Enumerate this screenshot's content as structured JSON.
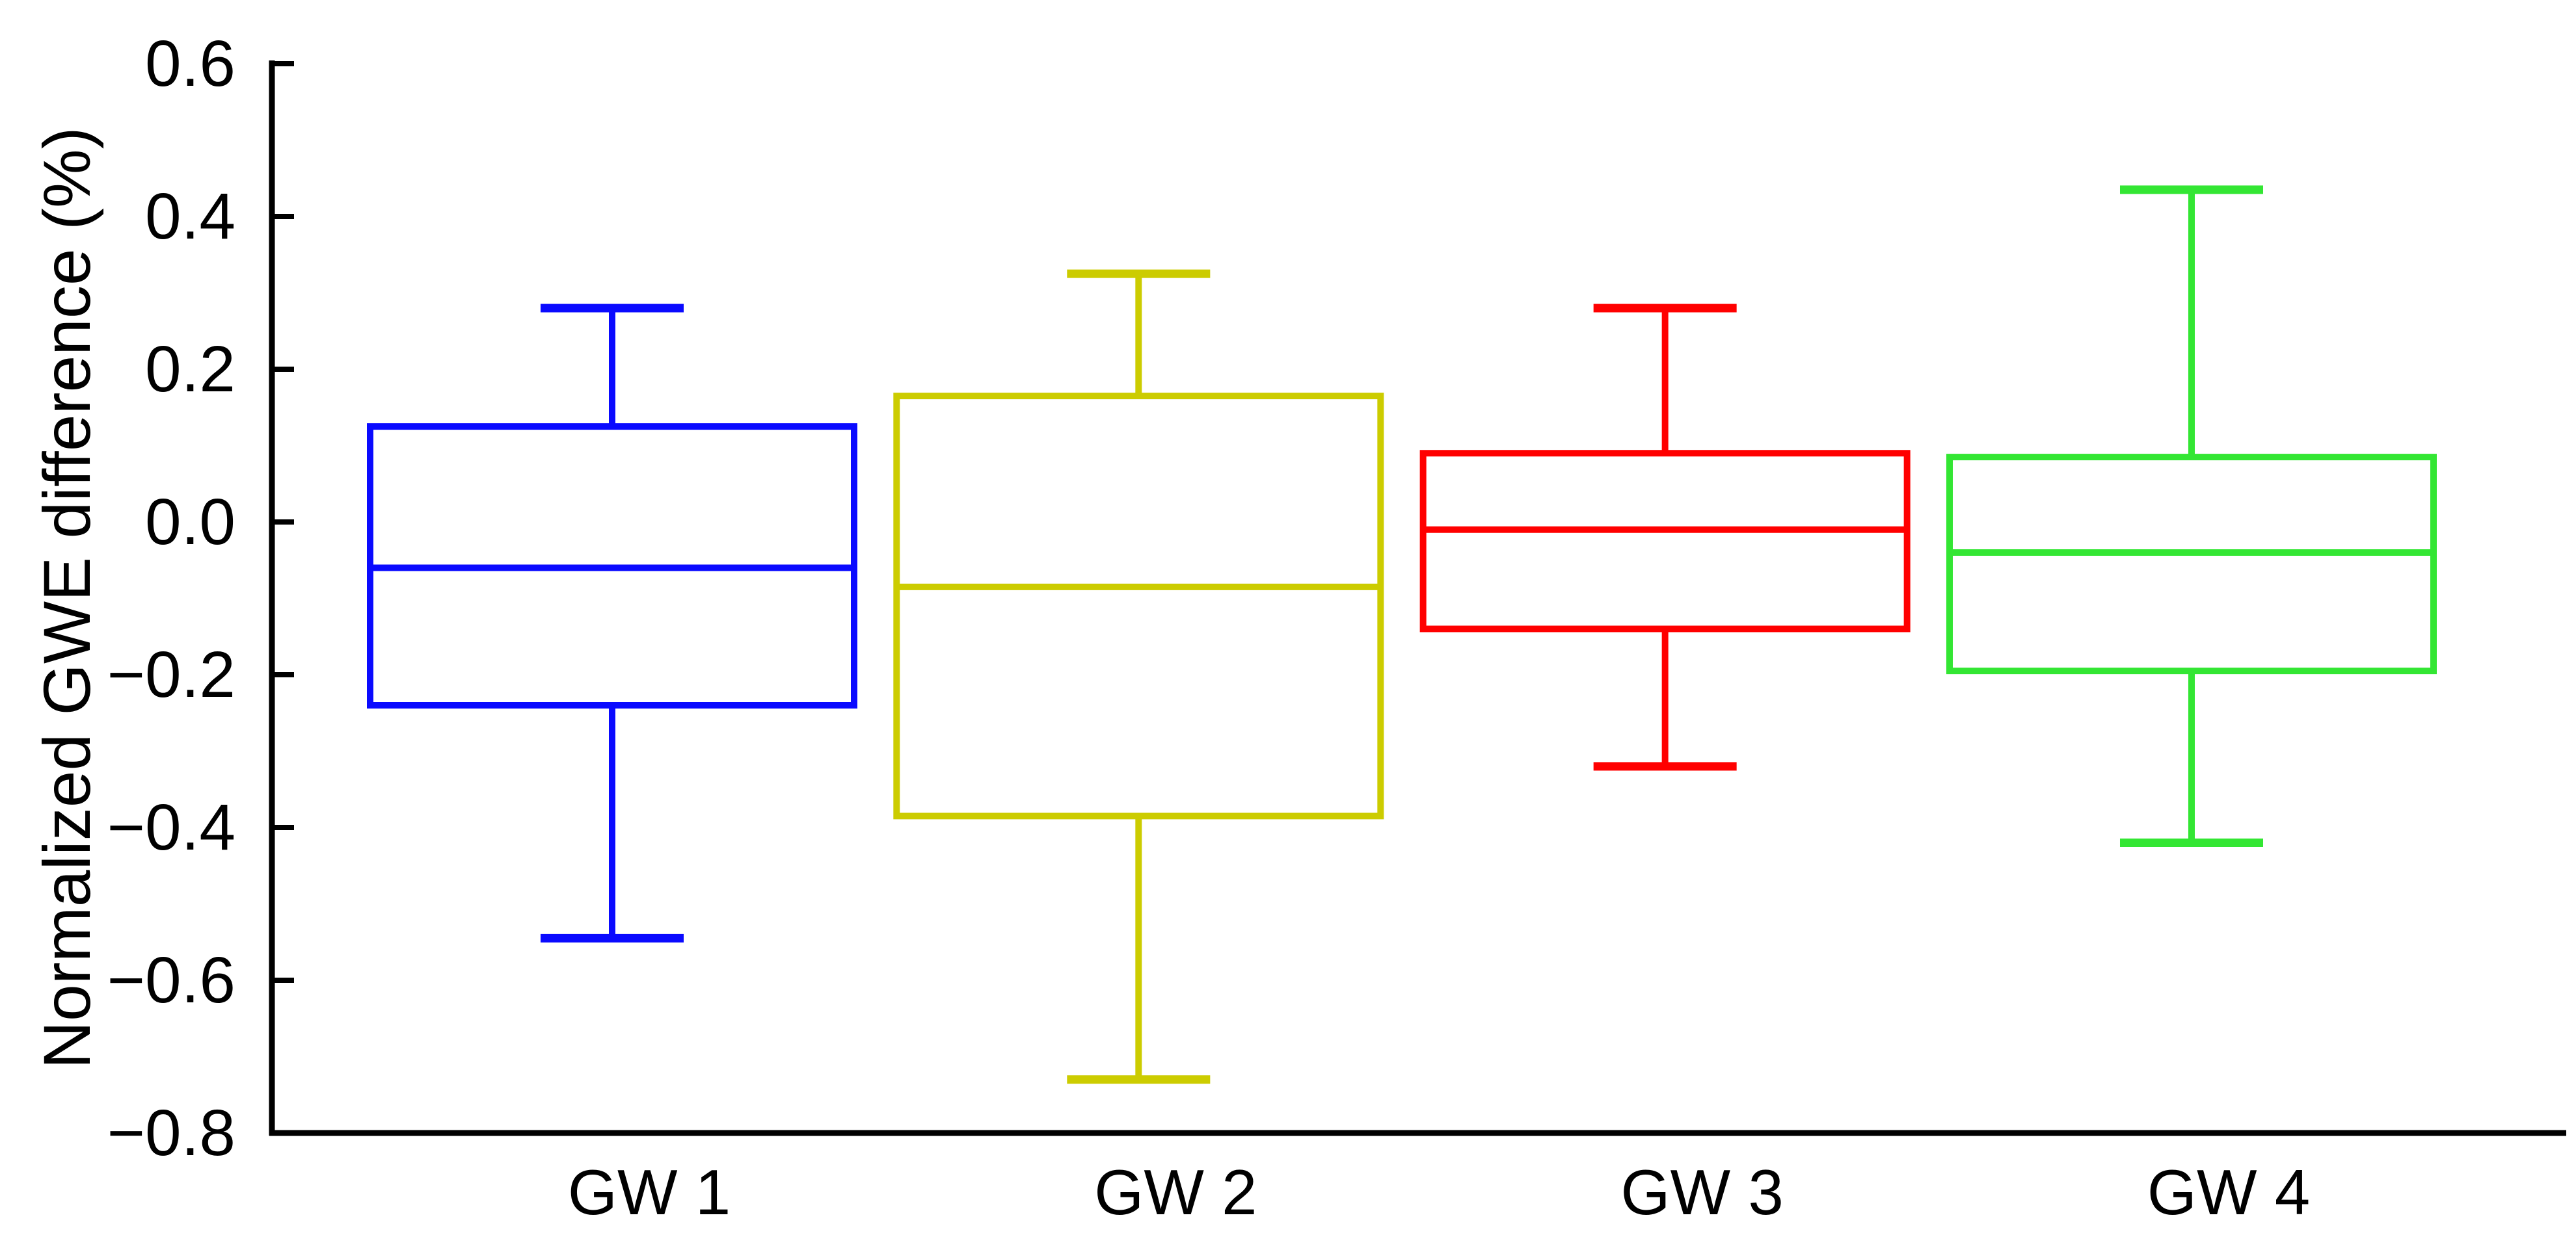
{
  "chart_data": {
    "type": "box",
    "title": "",
    "xlabel": "",
    "ylabel": "Normalized GWE difference (%)",
    "categories": [
      "GW 1",
      "GW 2",
      "GW 3",
      "GW 4"
    ],
    "series": [
      {
        "name": "GW 1",
        "color": "#0a0aff",
        "whisker_low": -0.545,
        "q1": -0.24,
        "median": -0.06,
        "q3": 0.125,
        "whisker_high": 0.28
      },
      {
        "name": "GW 2",
        "color": "#cccc00",
        "whisker_low": -0.73,
        "q1": -0.385,
        "median": -0.085,
        "q3": 0.165,
        "whisker_high": 0.325
      },
      {
        "name": "GW 3",
        "color": "#ff0000",
        "whisker_low": -0.32,
        "q1": -0.14,
        "median": -0.01,
        "q3": 0.09,
        "whisker_high": 0.28
      },
      {
        "name": "GW 4",
        "color": "#33e633",
        "whisker_low": -0.42,
        "q1": -0.195,
        "median": -0.04,
        "q3": 0.085,
        "whisker_high": 0.435
      }
    ],
    "y_ticks": [
      0.6,
      0.4,
      0.2,
      0.0,
      -0.2,
      -0.4,
      -0.6,
      -0.8
    ],
    "ylim": [
      -0.8,
      0.6
    ],
    "grid": false,
    "legend": "none",
    "axis_color": "#000000",
    "box_fill": "none"
  }
}
